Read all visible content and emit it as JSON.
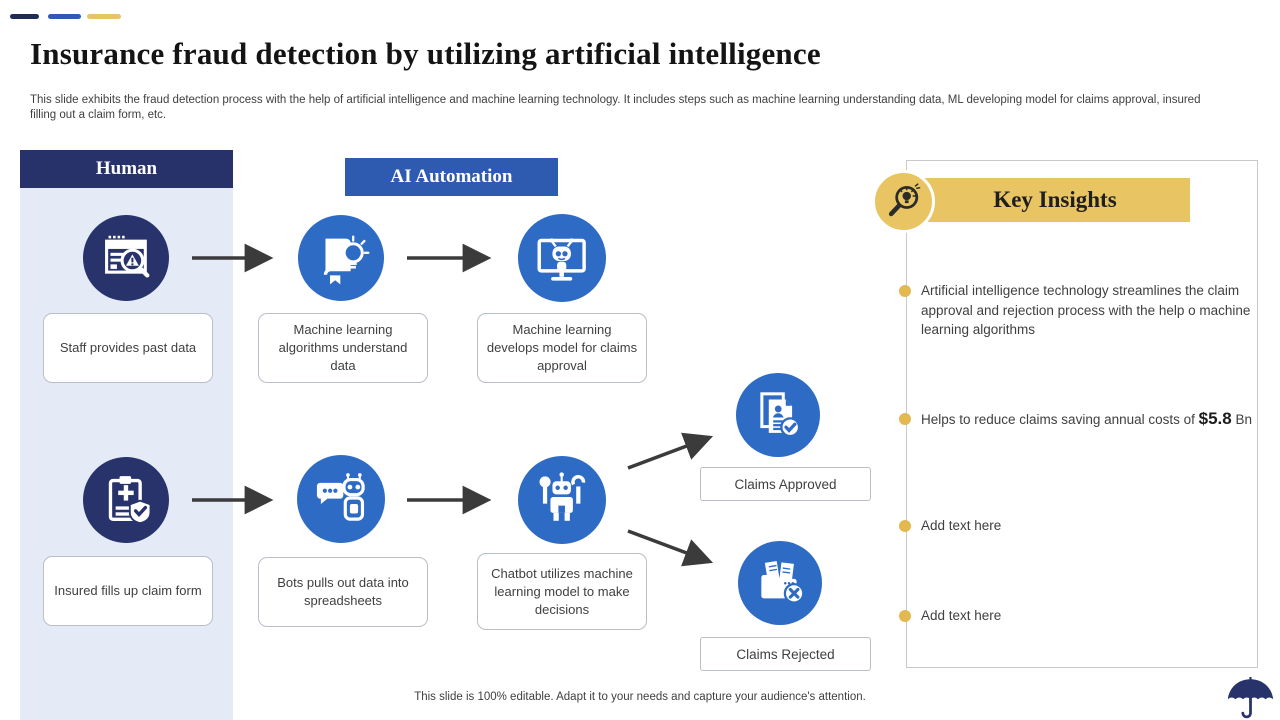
{
  "slide": {
    "title": "Insurance fraud detection by utilizing artificial intelligence",
    "subtitle": "This slide exhibits the fraud detection process with the help of artificial intelligence and machine learning technology. It includes steps such as machine learning understanding data, ML developing model for claims approval, insured filling out a claim form, etc.",
    "footer": "This slide is 100% editable. Adapt it to your needs and capture your audience's attention."
  },
  "diagram": {
    "human_header": "Human",
    "ai_header": "AI Automation",
    "nodes": {
      "staff": "Staff provides past data",
      "ml_understand": "Machine learning algorithms understand data",
      "ml_develop": "Machine learning develops model for claims approval",
      "insured": "Insured fills up claim form",
      "bots": "Bots pulls out data into spreadsheets",
      "chatbot": "Chatbot utilizes machine learning model to make decisions",
      "approved": "Claims Approved",
      "rejected": "Claims Rejected"
    }
  },
  "key_insights": {
    "title": "Key Insights",
    "bullets": [
      {
        "text": "Artificial intelligence technology streamlines the claim approval and rejection process with the help o machine learning algorithms"
      },
      {
        "prefix": "Helps to reduce claims saving annual costs of ",
        "value": "$5.8",
        "suffix": " Bn"
      },
      {
        "text": "Add text here"
      },
      {
        "text": "Add text here"
      }
    ]
  },
  "icons": {
    "human_step1": "fraud-report-magnifier-icon",
    "human_step2": "claim-form-clipboard-icon",
    "ai_step1": "machine-learning-book-bulb-icon",
    "ai_step2": "model-monitor-robot-icon",
    "ai_step3": "bots-chat-robot-icon",
    "ai_step4": "chatbot-robot-icon",
    "approved": "claims-approved-document-icon",
    "rejected": "claims-rejected-folder-icon",
    "insights": "magnifier-lightbulb-icon",
    "brand": "umbrella-icon"
  },
  "colors": {
    "navy": "#28336B",
    "header_navy": "#27326A",
    "blue": "#2E5BB0",
    "icon_blue": "#2E6BC5",
    "yellow": "#E9C462",
    "light_blue": "#E4EAF6",
    "arrow": "#3b3b3b"
  }
}
